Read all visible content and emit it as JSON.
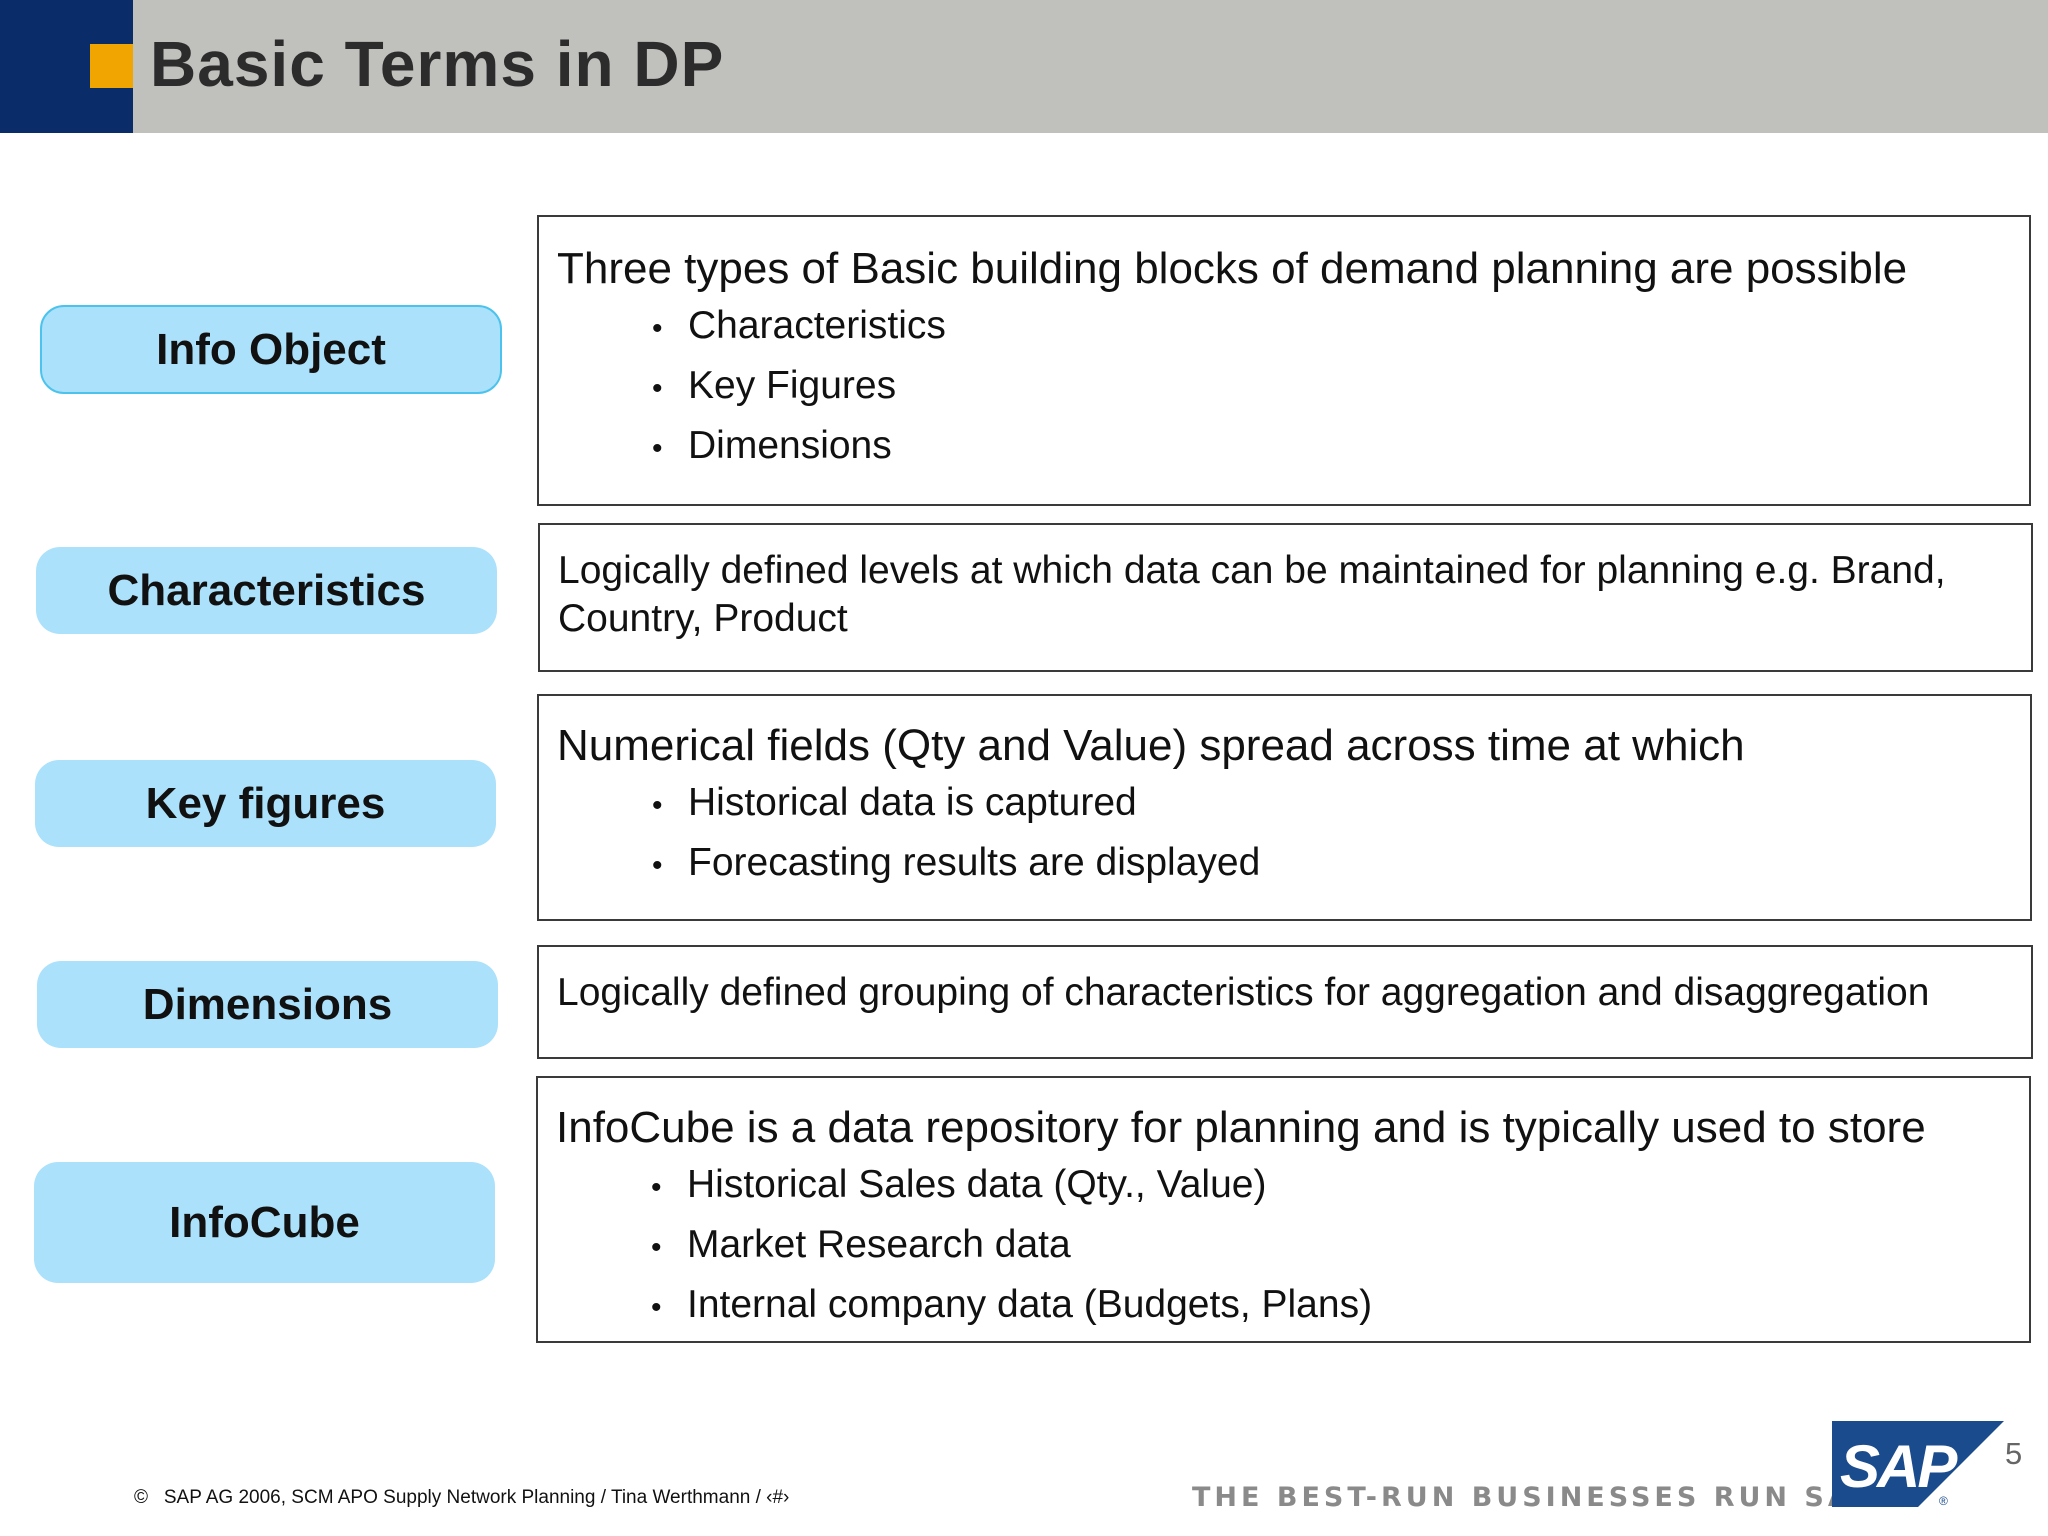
{
  "header": {
    "title": "Basic Terms in DP"
  },
  "terms": [
    {
      "label": "Info Object",
      "lead": "Three types of Basic building blocks of demand planning are possible",
      "bullets": [
        "Characteristics",
        "Key Figures",
        "Dimensions"
      ]
    },
    {
      "label": "Characteristics",
      "text": "Logically defined levels at which data can be maintained for planning e.g. Brand, Country, Product"
    },
    {
      "label": "Key figures",
      "lead": "Numerical fields (Qty and Value) spread across time at which",
      "bullets": [
        "Historical data is captured",
        "Forecasting results are displayed"
      ]
    },
    {
      "label": "Dimensions",
      "text": "Logically defined grouping of characteristics for aggregation and disaggregation"
    },
    {
      "label": "InfoCube",
      "lead": "InfoCube is a data repository for planning and is typically used to store",
      "bullets": [
        "Historical Sales data (Qty., Value)",
        "Market Research data",
        "Internal company data (Budgets, Plans)"
      ]
    }
  ],
  "bullet_char": "•",
  "footer": {
    "copyright_symbol": "©",
    "copyright": "SAP AG 2006, SCM APO Supply Network Planning / Tina Werthmann / ‹#›",
    "tagline": "THE BEST-RUN BUSINESSES RUN SAP",
    "tagline_tm": "™",
    "logo_text": "SAP",
    "logo_registered": "®",
    "page_number": "5"
  },
  "colors": {
    "header_band": "#c0c1bd",
    "header_navy": "#0a2d6a",
    "header_accent": "#f0a500",
    "term_fill": "#abe1fb",
    "logo_blue": "#1a4b8c"
  }
}
